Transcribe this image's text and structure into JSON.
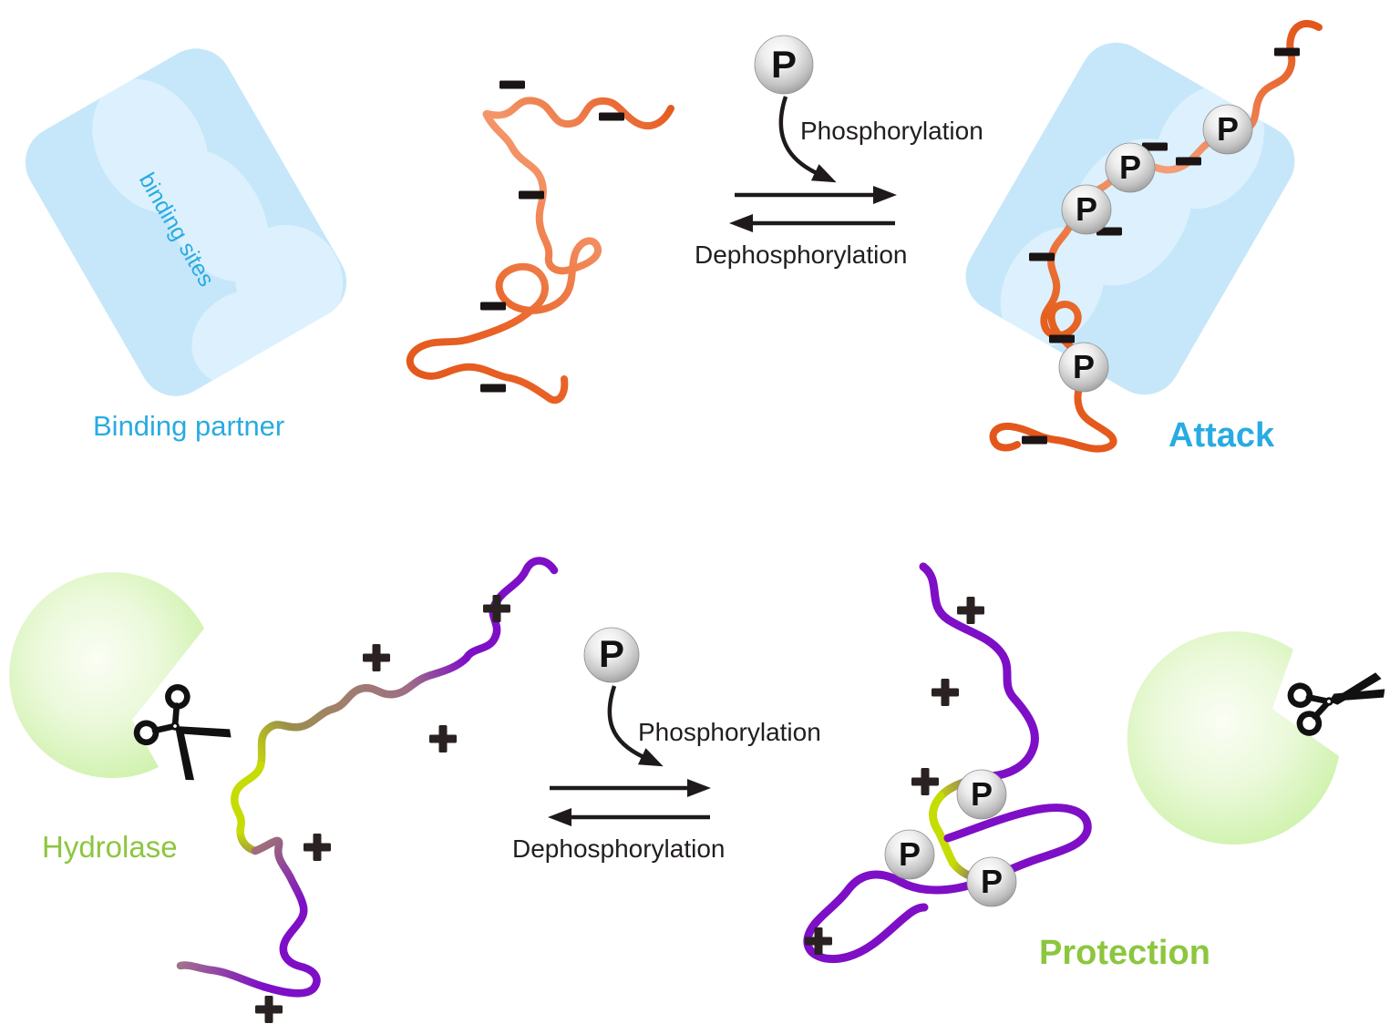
{
  "symbols": {
    "phosphate": "P",
    "negative_charge": "−",
    "positive_charge": "+"
  },
  "colors": {
    "accent_blue": "#29ABE2",
    "accent_green": "#8CC63F",
    "panel_blue": "#C6E7FA",
    "panel_blue_light": "#DCF1FD",
    "ribbon_orange": "#E8571C",
    "ribbon_orange_light": "#F59E78",
    "ribbon_purple": "#7E0FC6",
    "ribbon_yellow_green": "#C6DC05",
    "ribbon_mauve": "#9E6E86",
    "enzyme_green": "#C7F0A0",
    "phosphate_gray": "#C4C4C4",
    "text_dark": "#221E1F"
  },
  "top_row": {
    "binding_partner": {
      "label": "Binding partner",
      "surface_label": "binding sites"
    },
    "substrate": {
      "charge_symbol": "−",
      "charge_count": 5
    },
    "reaction": {
      "forward_label": "Phosphorylation",
      "reverse_label": "Dephosphorylation"
    },
    "complex": {
      "label": "Attack",
      "phosphate_count": 4,
      "charge_count": 7
    }
  },
  "bottom_row": {
    "enzyme": {
      "label": "Hydrolase"
    },
    "substrate": {
      "charge_symbol": "+",
      "charge_count": 5
    },
    "reaction": {
      "forward_label": "Phosphorylation",
      "reverse_label": "Dephosphorylation"
    },
    "complex": {
      "label": "Protection",
      "phosphate_count": 3,
      "charge_count": 4
    }
  }
}
